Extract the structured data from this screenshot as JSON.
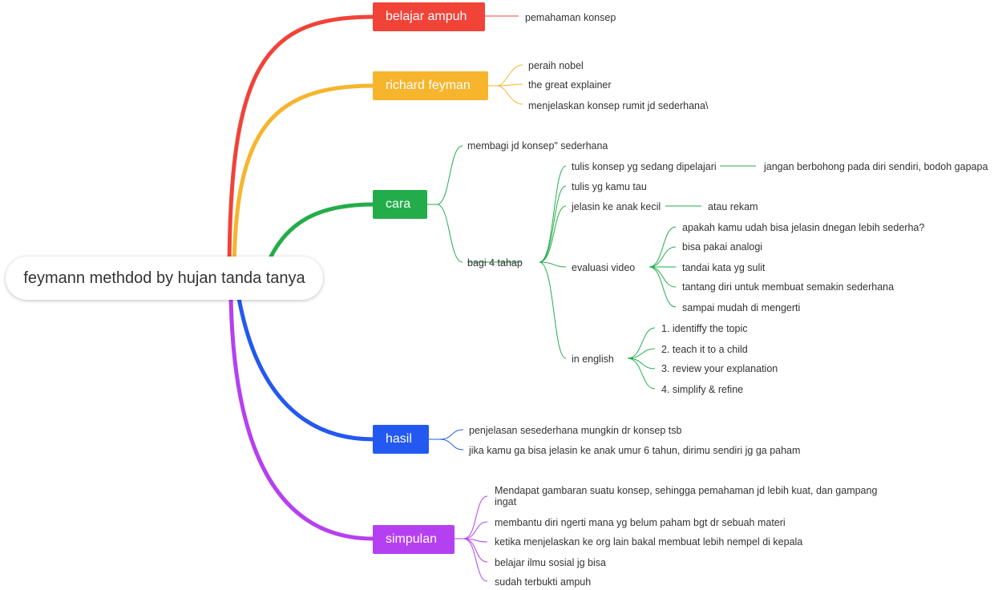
{
  "colors": {
    "red": "#f14338",
    "orange": "#f6b52d",
    "green": "#23ad4a",
    "blue": "#2359f0",
    "purple": "#b540f1"
  },
  "root": {
    "label": "feymann methdod by hujan tanda tanya"
  },
  "branches": {
    "belajar": {
      "label": "belajar ampuh",
      "items": [
        "pemahaman konsep"
      ]
    },
    "richard": {
      "label": "richard feyman",
      "items": [
        "peraih nobel",
        "the great explainer",
        "menjelaskan konsep rumit jd sederhana\\"
      ]
    },
    "cara": {
      "label": "cara",
      "membagi": "membagi jd konsep\" sederhana",
      "bagi": "bagi 4 tahap",
      "tulis": "tulis konsep yg sedang dipelajari",
      "jangan": "jangan berbohong pada diri sendiri, bodoh gapapa",
      "tahu": "tulis yg kamu tau",
      "jelasin": "jelasin ke anak kecil",
      "rekam": "atau rekam",
      "evaluasi": "evaluasi video",
      "eval_items": [
        "apakah kamu udah bisa jelasin dnegan lebih sederha?",
        "bisa pakai analogi",
        "tandai kata yg sulit",
        "tantang diri untuk membuat semakin sederhana",
        "sampai mudah di mengerti"
      ],
      "english": "in english",
      "english_items": [
        "1. identiffy the topic",
        "2. teach it to a child",
        "3. review your explanation",
        "4. simplify & refine"
      ]
    },
    "hasil": {
      "label": "hasil",
      "items": [
        "penjelasan sesederhana mungkin dr konsep tsb",
        "jika kamu ga bisa jelasin ke anak umur 6 tahun, dirimu sendiri jg ga paham"
      ]
    },
    "simpulan": {
      "label": "simpulan",
      "items": [
        "Mendapat gambaran suatu konsep, sehingga pemahaman jd lebih kuat, dan gampang ingat",
        "membantu diri ngerti mana yg belum paham bgt dr sebuah materi",
        "ketika menjelaskan ke org lain bakal membuat  lebih nempel di kepala",
        "belajar ilmu sosial jg bisa",
        "sudah terbukti ampuh"
      ]
    }
  }
}
